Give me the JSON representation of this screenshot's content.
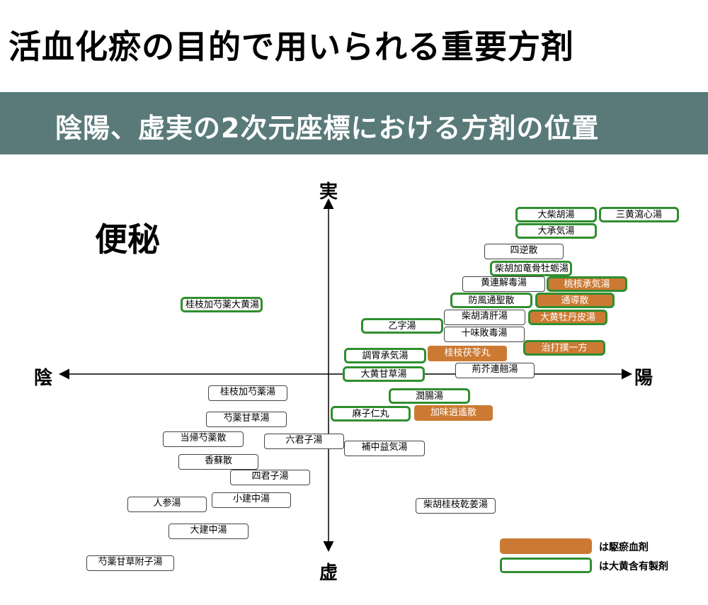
{
  "title": "活血化瘀の目的で用いられる重要方剤",
  "banner": "陰陽、虚実の2次元座標における方剤の位置",
  "section_label": "便秘",
  "axes": {
    "top": "実",
    "bottom": "虚",
    "left": "陰",
    "right": "陽"
  },
  "colors": {
    "orange": "#cc7a33",
    "green": "#2f8f2f",
    "banner": "#5a7a7a"
  },
  "remedies": [
    {
      "id": "daisaikoto",
      "label": "大柴胡湯"
    },
    {
      "id": "sanoushashinto",
      "label": "三黄瀉心湯"
    },
    {
      "id": "daijokito",
      "label": "大承気湯"
    },
    {
      "id": "shigyakusan",
      "label": "四逆散"
    },
    {
      "id": "saikokaryukotsuboreito",
      "label": "柴胡加竜骨牡蛎湯"
    },
    {
      "id": "orengedokuto",
      "label": "黄連解毒湯"
    },
    {
      "id": "tokakujokito",
      "label": "桃核承気湯"
    },
    {
      "id": "bofutsushosan",
      "label": "防風通聖散"
    },
    {
      "id": "tsudosan",
      "label": "通導散"
    },
    {
      "id": "keishikashakuyakudaioto",
      "label": "桂枝加芍薬大黄湯"
    },
    {
      "id": "saikoseikanto",
      "label": "柴胡清肝湯"
    },
    {
      "id": "daiobotanpito",
      "label": "大黄牡丹皮湯"
    },
    {
      "id": "otsujito",
      "label": "乙字湯"
    },
    {
      "id": "jumihaidokuto",
      "label": "十味敗毒湯"
    },
    {
      "id": "jidabokuippo",
      "label": "治打撲一方"
    },
    {
      "id": "choijokito",
      "label": "調胃承気湯"
    },
    {
      "id": "keishibukuryogan",
      "label": "桂枝茯苓丸"
    },
    {
      "id": "daiokanzoto",
      "label": "大黄甘草湯"
    },
    {
      "id": "keigairengyoto",
      "label": "荊芥連翹湯"
    },
    {
      "id": "keishikashakuyakuto",
      "label": "桂枝加芍薬湯"
    },
    {
      "id": "junchoto",
      "label": "潤腸湯"
    },
    {
      "id": "mashiningan",
      "label": "麻子仁丸"
    },
    {
      "id": "kamishoyosan",
      "label": "加味逍遙散"
    },
    {
      "id": "shakuyakukanzoto",
      "label": "芍薬甘草湯"
    },
    {
      "id": "tokishakuyakusan",
      "label": "当帰芍薬散"
    },
    {
      "id": "rikkunshito",
      "label": "六君子湯"
    },
    {
      "id": "hochuekkito",
      "label": "補中益気湯"
    },
    {
      "id": "kososan",
      "label": "香蘇散"
    },
    {
      "id": "shikunshito",
      "label": "四君子湯"
    },
    {
      "id": "ninjinto",
      "label": "人参湯"
    },
    {
      "id": "shokenchuto",
      "label": "小建中湯"
    },
    {
      "id": "saikokeishikankyoto",
      "label": "柴胡桂枝乾姜湯"
    },
    {
      "id": "daikenchuto",
      "label": "大建中湯"
    },
    {
      "id": "shakuyakukanzobushito",
      "label": "芍薬甘草附子湯"
    }
  ],
  "legend": [
    {
      "label": "は駆瘀血剤"
    },
    {
      "label": "は大黄含有製剤"
    }
  ]
}
